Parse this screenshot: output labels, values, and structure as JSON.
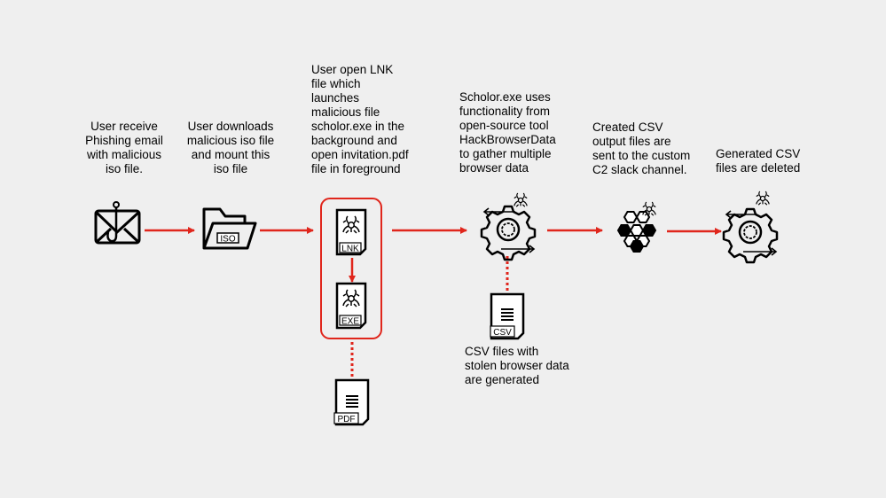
{
  "colors": {
    "background": "#efefef",
    "accent": "#e0261c",
    "icon": "#000000"
  },
  "steps": [
    {
      "text": "User receive\nPhishing email\nwith malicious\niso file.",
      "icon": "phishing-envelope-icon"
    },
    {
      "text": "User downloads\nmalicious iso file\nand mount this\niso file",
      "icon": "folder-iso-icon"
    },
    {
      "text": "User open LNK\nfile which\nlaunches\nmalicious file\nscholor.exe in the\nbackground and\nopen invitation.pdf\nfile in foreground",
      "icon": "lnk-exe-files-icon"
    },
    {
      "text": "Scholor.exe uses\nfunctionality from\nopen-source tool\nHackBrowserData\nto gather multiple\nbrowser data",
      "icon": "gear-biohazard-icon"
    },
    {
      "text": "Created CSV\noutput files are\nsent to the custom\nC2 slack channel.",
      "icon": "hexagon-cluster-icon"
    },
    {
      "text": "Generated CSV\nfiles are deleted",
      "icon": "gear-biohazard-icon"
    }
  ],
  "file_labels": {
    "iso": "ISO",
    "lnk": "LNK",
    "exe": "EXE",
    "pdf": "PDF",
    "csv": "CSV"
  },
  "csv_note": "CSV files with\nstolen browser data\nare generated"
}
